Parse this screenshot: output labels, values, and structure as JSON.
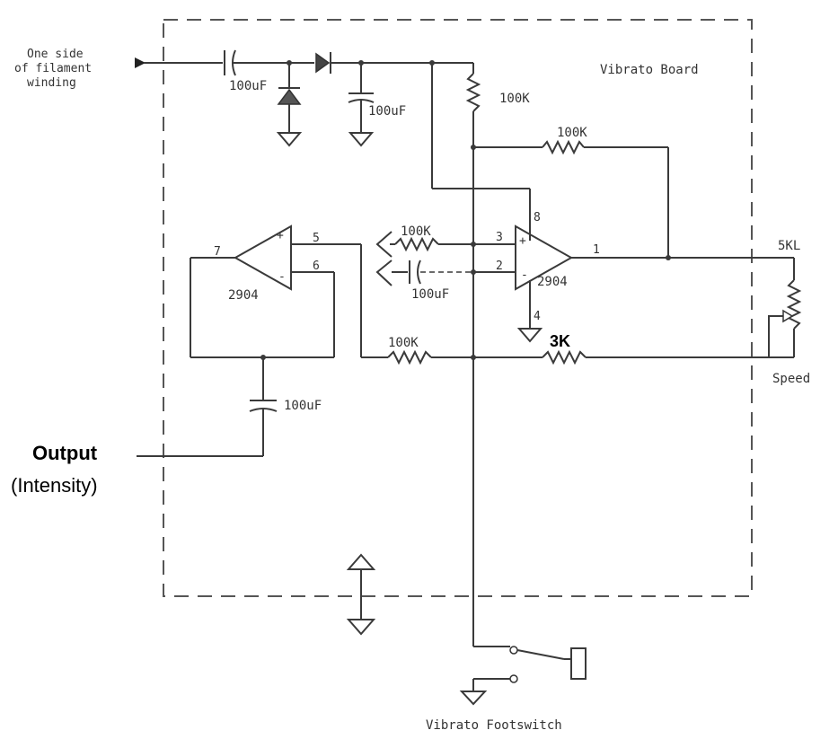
{
  "board_label": "Vibrato Board",
  "input_label": [
    "One side",
    "of filament",
    "winding"
  ],
  "output_label": "Output",
  "output_sublabel": "(Intensity)",
  "footswitch_label": "Vibrato Footswitch",
  "speed_label": "Speed",
  "components": {
    "c_input": "100uF",
    "c_filter": "100uF",
    "c_bias": "100uF",
    "c_output": "100uF",
    "r_bias": "100K",
    "r_feedback": "100K",
    "r_input": "100K",
    "r_mid": "100K",
    "r_speed": "3K",
    "pot_speed": "5KL",
    "opamp_left": "2904",
    "opamp_right": "2904"
  },
  "pins": {
    "right_noninv": "3",
    "right_inv": "2",
    "right_out": "1",
    "right_vcc": "8",
    "right_gnd": "4",
    "left_out": "7",
    "left_noninv": "5",
    "left_inv": "6"
  }
}
